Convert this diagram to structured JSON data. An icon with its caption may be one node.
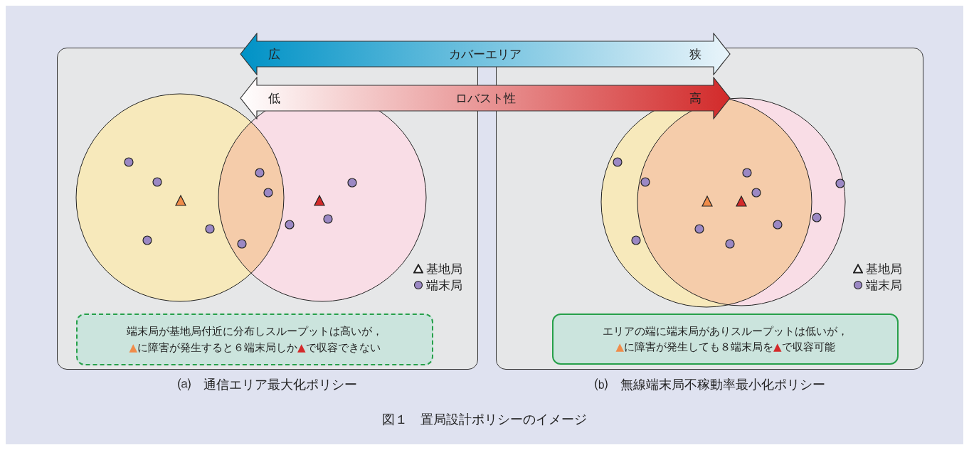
{
  "diagram": {
    "caption": "図１　置局設計ポリシーのイメージ",
    "nodes": [
      {
        "text": [
          "⒜　通信エリア最大化ポリシー"
        ]
      },
      {
        "text": [
          "⒝　無線端末局不稼動率最小化ポリシー"
        ]
      },
      {
        "text": [
          "端末局が基地局付近に分布しスループットは高いが，",
          "▲に障害が発生すると６端末局しか▲で収容できない"
        ],
        "in": 0
      },
      {
        "text": [
          "エリアの端に端末局がありスループットは低いが，",
          "▲に障害が発生しても８端末局を▲で収容可能"
        ],
        "in": 1
      },
      {
        "text": [
          "広",
          "カバーエリア",
          "狭"
        ]
      },
      {
        "text": [
          "低",
          "ロバスト性",
          "高"
        ]
      }
    ],
    "edges": [],
    "legend": [
      {
        "text": "基地局"
      },
      {
        "text": "端末局"
      },
      {
        "text": "基地局"
      },
      {
        "text": "端末局"
      }
    ]
  }
}
